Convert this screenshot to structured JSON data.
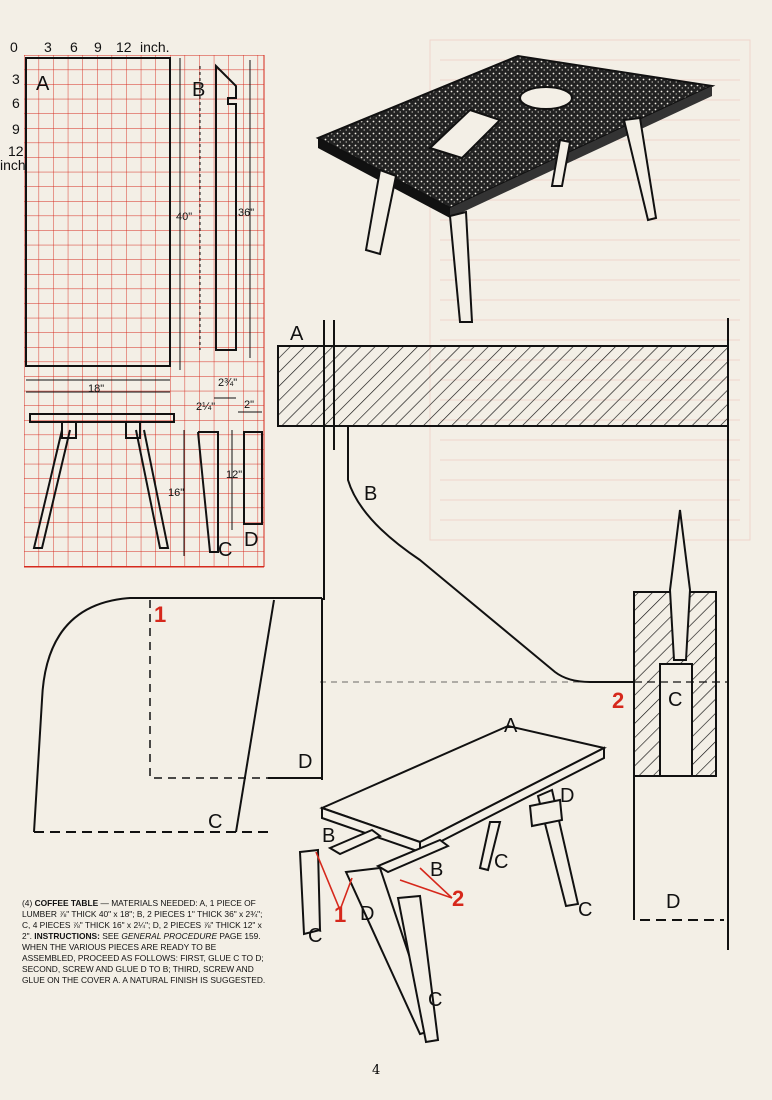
{
  "colors": {
    "paper": "#f3efe6",
    "grid": "#d6281c",
    "ink": "#111111",
    "accent": "#d6281c"
  },
  "scale": {
    "ticks": [
      "0",
      "3",
      "6",
      "9",
      "12",
      "inch."
    ],
    "side": [
      "3",
      "6",
      "9",
      "12",
      "inch"
    ]
  },
  "labels": {
    "A": "A",
    "B": "B",
    "C": "C",
    "D": "D",
    "one": "1",
    "two": "2"
  },
  "dims": {
    "d40": "40\"",
    "d36": "36\"",
    "d18": "18\"",
    "d2_3_4": "2¾\"",
    "d2_1_4": "2¼\"",
    "d2": "2\"",
    "d12": "12\"",
    "d16": "16\""
  },
  "instructions": {
    "number": "(4)",
    "title": "COFFEE TABLE",
    "materials": "— MATERIALS NEEDED: A, 1 PIECE OF LUMBER ⅞\" THICK 40\" x 18\"; B, 2 PIECES 1\" THICK 36\" x 2¾\"; C, 4 PIECES ⅞\" THICK 16\" x 2¼\"; D, 2 PIECES ⅞\" THICK 12\" x 2\".",
    "heading": "INSTRUCTIONS:",
    "see": "SEE",
    "procedure": "GENERAL PROCEDURE",
    "body": "PAGE 159. WHEN THE VARIOUS PIECES ARE READY TO BE ASSEMBLED, PROCEED AS FOLLOWS: FIRST, GLUE C TO D; SECOND, SCREW AND GLUE D TO B; THIRD, SCREW AND GLUE ON THE COVER A. A NATURAL FINISH IS SUGGESTED."
  },
  "page_number": "4"
}
